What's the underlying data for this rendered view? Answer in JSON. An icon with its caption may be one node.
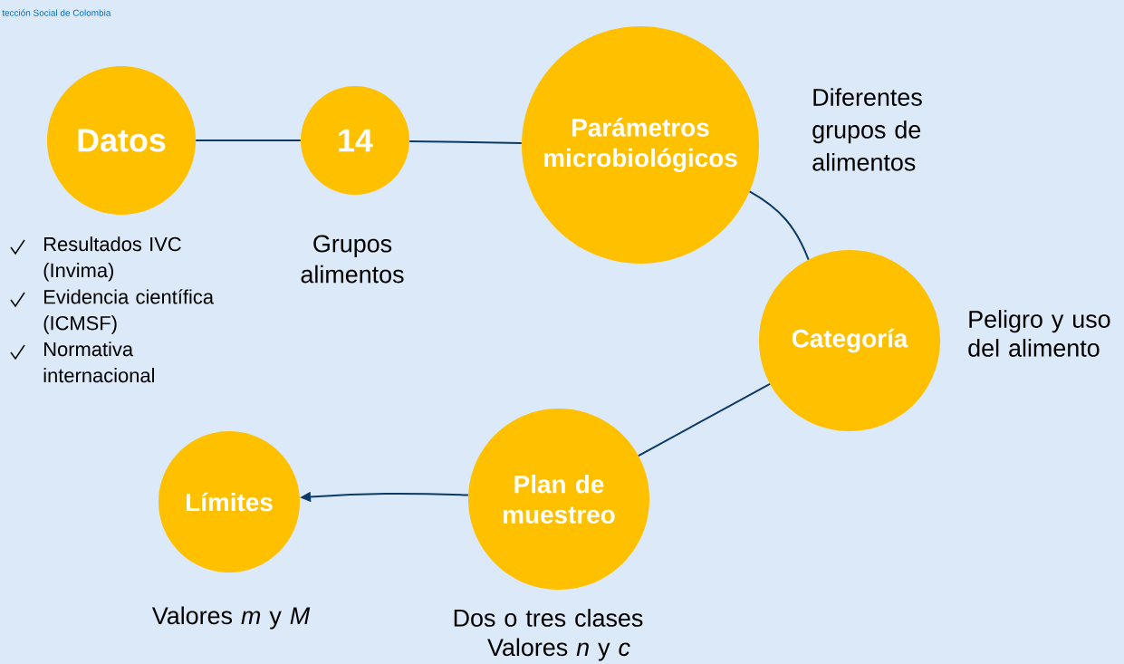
{
  "diagram": {
    "nodes": [
      {
        "text": [
          "Datos"
        ],
        "beside": [
          "Resultados IVC (Invima)",
          "Evidencia científica (ICMSF)",
          "Normativa internacional"
        ]
      },
      {
        "text": [
          "14"
        ],
        "beside": [
          "Grupos alimentos"
        ]
      },
      {
        "text": [
          "Parámetros microbiológicos"
        ],
        "beside": [
          "Diferentes grupos de alimentos"
        ]
      },
      {
        "text": [
          "Categoría"
        ],
        "beside": [
          "Peligro y uso del alimento"
        ]
      },
      {
        "text": [
          "Plan de muestreo"
        ],
        "beside": [
          "Dos o tres clases",
          "Valores *n* y *c*"
        ]
      },
      {
        "text": [
          "Límites"
        ],
        "beside": [
          "Valores *m* y *M*"
        ]
      }
    ],
    "edges": [
      {
        "from": 0,
        "to": 1,
        "arrow": "none"
      },
      {
        "from": 1,
        "to": 2,
        "arrow": "none"
      },
      {
        "from": 2,
        "to": 3,
        "arrow": "none"
      },
      {
        "from": 3,
        "to": 4,
        "arrow": "none"
      },
      {
        "from": 4,
        "to": 5,
        "arrow": "to"
      }
    ],
    "labels": [
      "tección Social de Colombia"
    ]
  }
}
